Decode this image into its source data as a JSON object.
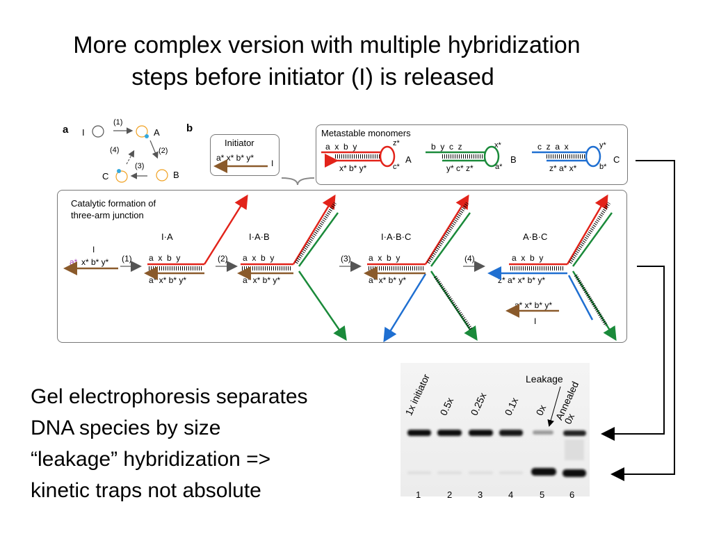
{
  "title": {
    "line1": "More complex version with multiple hybridization",
    "line2": "steps before initiator (I) is released"
  },
  "figure": {
    "panel_a": {
      "letter": "a",
      "nodes": [
        "I",
        "A",
        "B",
        "C"
      ],
      "steps": [
        "(1)",
        "(2)",
        "(3)",
        "(4)"
      ]
    },
    "panel_b": {
      "letter": "b",
      "initiator_box": {
        "title": "Initiator",
        "seq": "a* x* b* y*",
        "label": "I"
      },
      "monomers_box": {
        "title": "Metastable monomers",
        "A": {
          "top": "a  x  b  y",
          "bottom": "x* b* y*",
          "loop_top": "z*",
          "loop_bottom": "c*",
          "name": "A"
        },
        "B": {
          "top": "b  y  c  z",
          "bottom": "y* c* z*",
          "loop_top": "x*",
          "loop_bottom": "a*",
          "name": "B"
        },
        "C": {
          "top": "c  z  a  x",
          "bottom": "z* a* x*",
          "loop_top": "y*",
          "loop_bottom": "b*",
          "name": "C"
        }
      }
    },
    "catalytic_box": {
      "title_line1": "Catalytic formation of",
      "title_line2": "three-arm junction",
      "initiator": {
        "seq_magenta": "a*",
        "seq_rest": "x* b* y*",
        "label": "I"
      },
      "stages": [
        "I·A",
        "I·A·B",
        "I·A·B·C",
        "A·B·C"
      ],
      "steps": [
        "(1)",
        "(2)",
        "(3)",
        "(4)"
      ],
      "top_seq": "a  x  b  y",
      "bottom_seq": "a* x* b* y*",
      "final_bottom_seq": "z* a* x* b* y*",
      "released_seq": "a* x* b* y*",
      "released_label": "I"
    }
  },
  "body_text": {
    "line1": "Gel electrophoresis separates",
    "line2": "DNA species by size",
    "line3": "“leakage” hybridization =>",
    "line4": "kinetic traps not absolute"
  },
  "gel": {
    "annotation": "Leakage",
    "lanes": [
      {
        "label": "1x initiator",
        "number": "1"
      },
      {
        "label": "0.5x",
        "number": "2"
      },
      {
        "label": "0.25x",
        "number": "3"
      },
      {
        "label": "0.1x",
        "number": "4"
      },
      {
        "label": "0x",
        "number": "5"
      },
      {
        "label": "Annealed 0x",
        "number": "6"
      }
    ]
  },
  "colors": {
    "red": "#e2231a",
    "green": "#1a8a3a",
    "blue": "#1f6fd1",
    "brown": "#8a5a2b",
    "magenta": "#a23fb8"
  }
}
